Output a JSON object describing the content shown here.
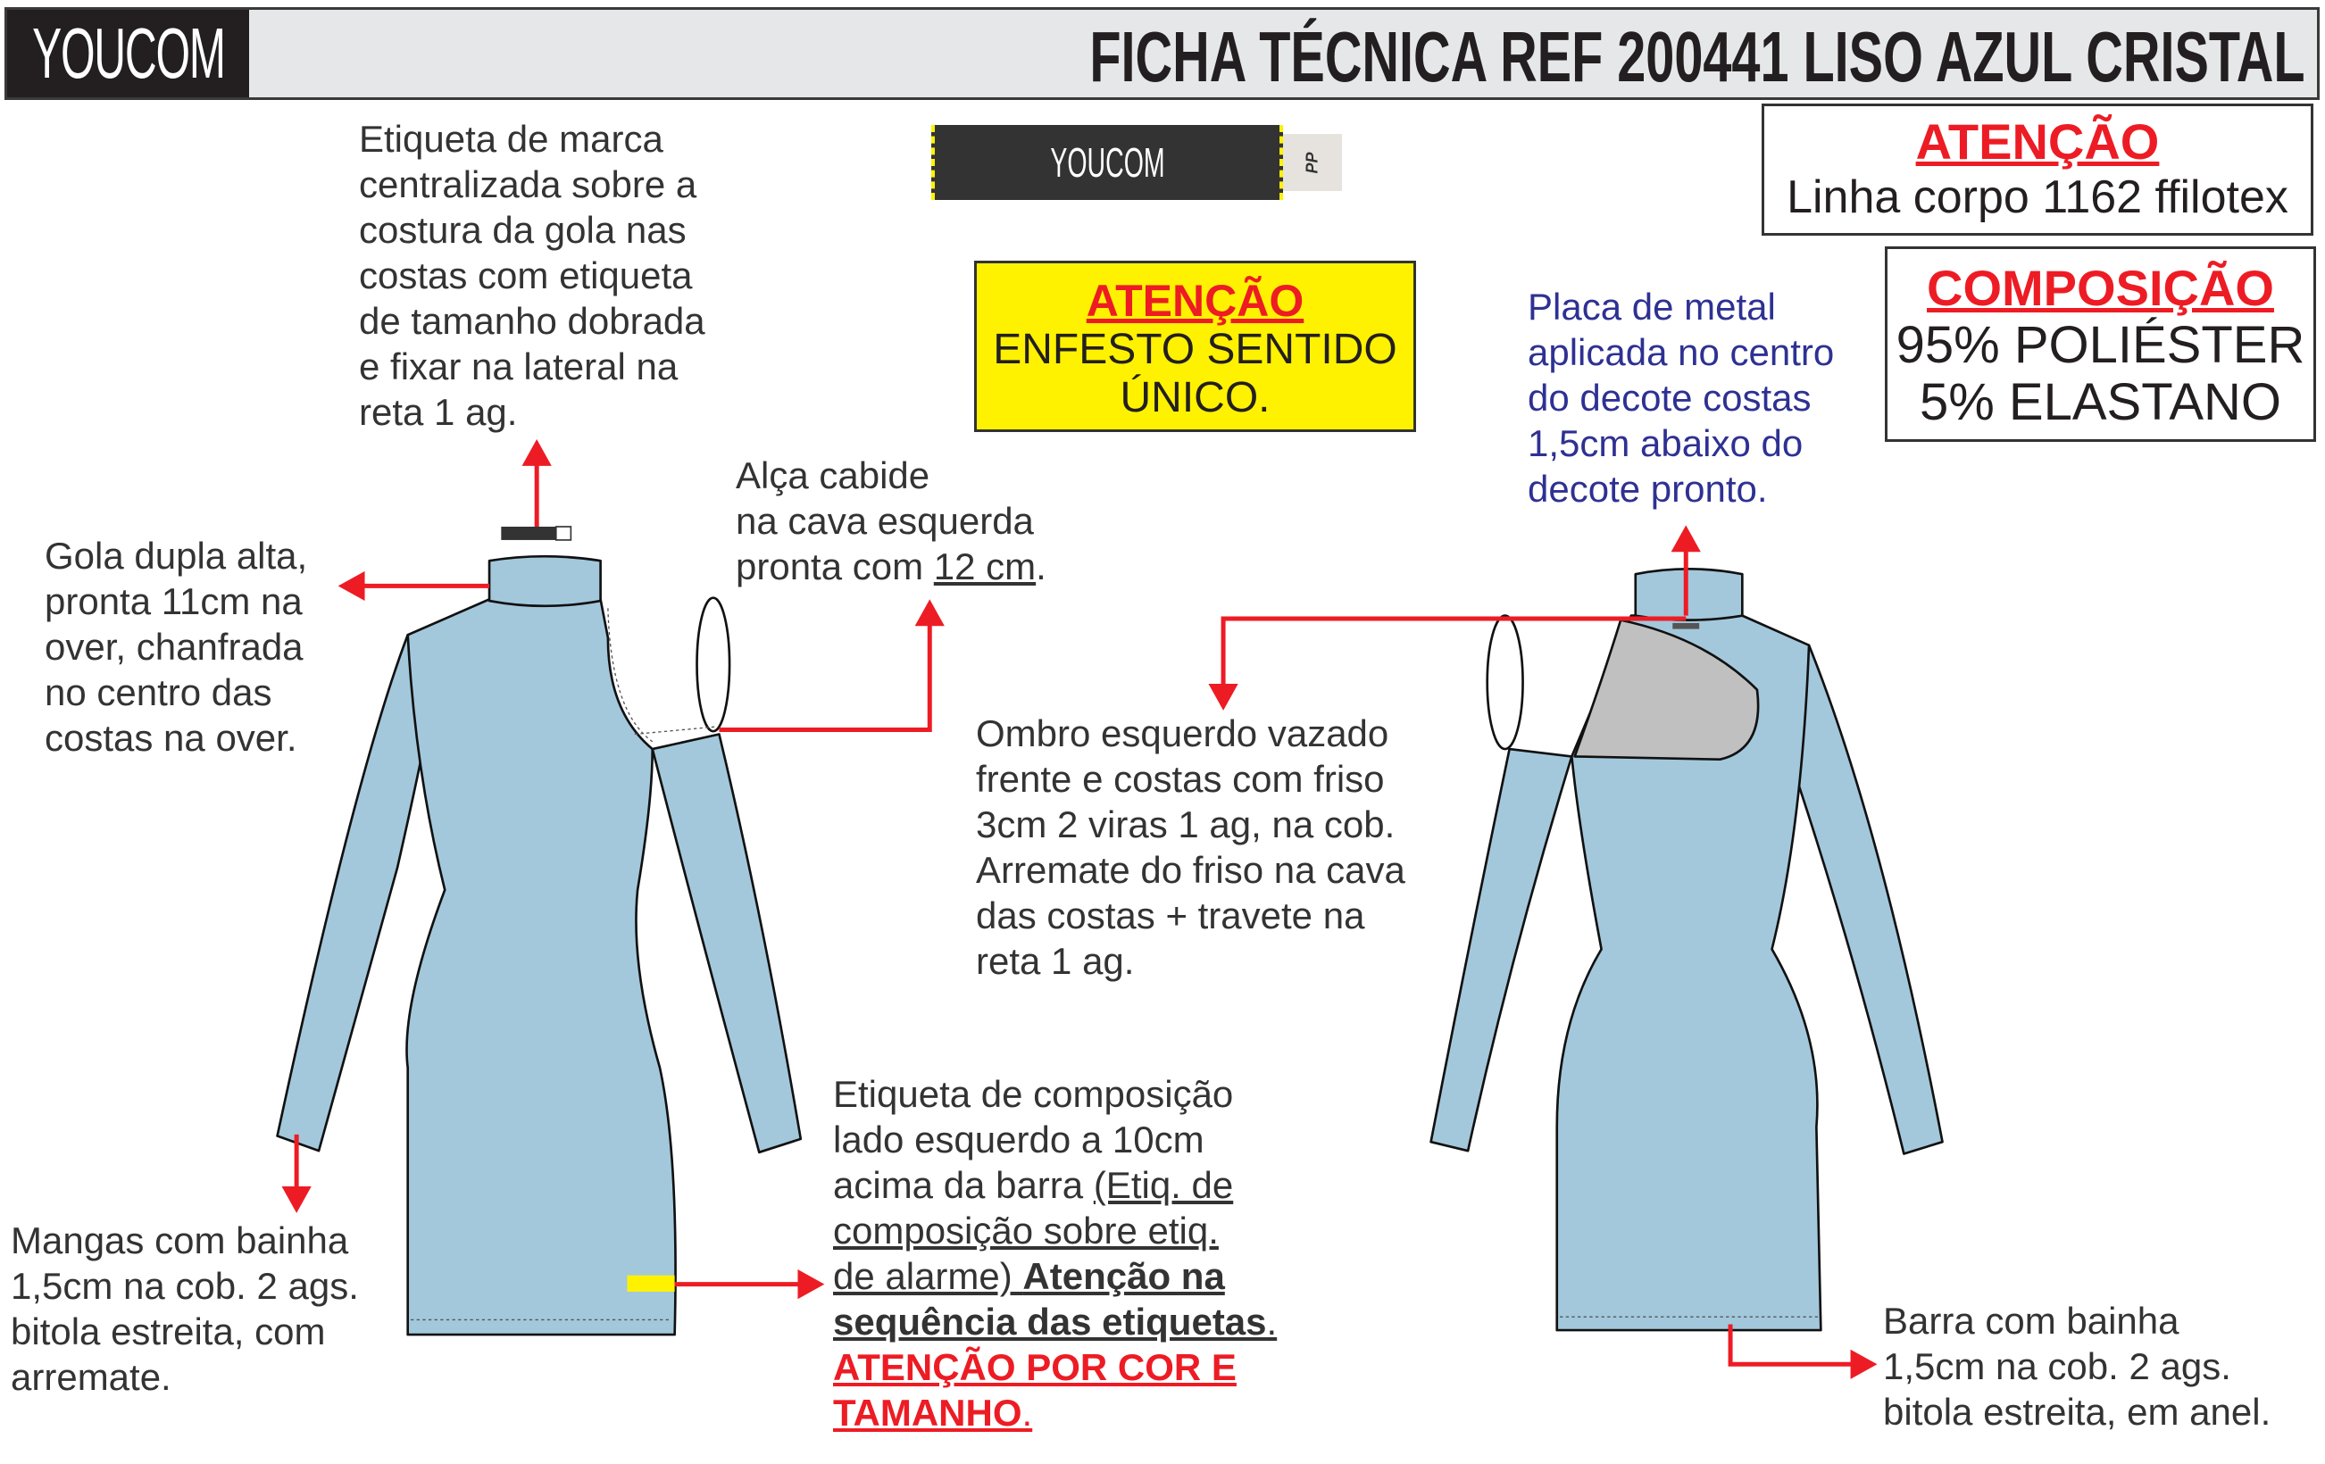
{
  "header": {
    "logo": "YOUCOM",
    "title": "FICHA TÉCNICA REF 200441 LISO AZUL CRISTAL"
  },
  "brand_label": {
    "logo": "YOUCOM",
    "size": "PP"
  },
  "notice_enfesto": {
    "heading": "ATENÇÃO",
    "line1": "ENFESTO SENTIDO",
    "line2": "ÚNICO."
  },
  "notice_linha": {
    "heading": "ATENÇÃO",
    "line1": "Linha corpo 1162 ffilotex"
  },
  "composition": {
    "heading": "COMPOSIÇÃO",
    "line1": "95% POLIÉSTER",
    "line2": "5% ELASTANO"
  },
  "notes": {
    "brand_label": "Etiqueta de marca\ncentralizada sobre a\ncostura da gola nas\ncostas com etiqueta\nde tamanho dobrada\ne fixar na lateral na\nreta 1 ag.",
    "collar": "Gola dupla alta,\npronta 11cm na\nover, chanfrada\nno centro das\ncostas na over.",
    "hanger_loop_prefix": "Alça cabide\nna cava esquerda\npronta com ",
    "hanger_loop_measure": "12 cm",
    "hanger_loop_suffix": ".",
    "metal_plate": "Placa de metal\naplicada no centro\ndo decote costas\n1,5cm abaixo do\ndecote pronto.",
    "shoulder": "Ombro esquerdo vazado\nfrente e costas com friso\n3cm 2 viras 1 ag, na cob.\nArremate do friso na cava\ndas costas + travete na\nreta 1 ag.",
    "sleeves": "Mangas com bainha\n1,5cm na cob. 2 ags.\nbitola estreita, com\narremate.",
    "hem": "Barra com bainha\n1,5cm na cob. 2 ags.\nbitola estreita, em anel.",
    "comp_label_1": "Etiqueta de composição\nlado esquerdo a 10cm\nacima da barra ",
    "comp_label_2": "(Etiq. de\ncomposição sobre etiq.\nde alarme) ",
    "comp_label_3": "Atenção na\nsequência das etiquetas",
    "comp_label_4": ".",
    "comp_label_5": "ATENÇÃO POR COR E\nTAMANHO",
    "comp_label_6": "."
  },
  "colors": {
    "fabric": "#a3c8dc",
    "arrow": "#ed1c24",
    "cutout": "#c0c0c0",
    "notice": "#fff200"
  }
}
